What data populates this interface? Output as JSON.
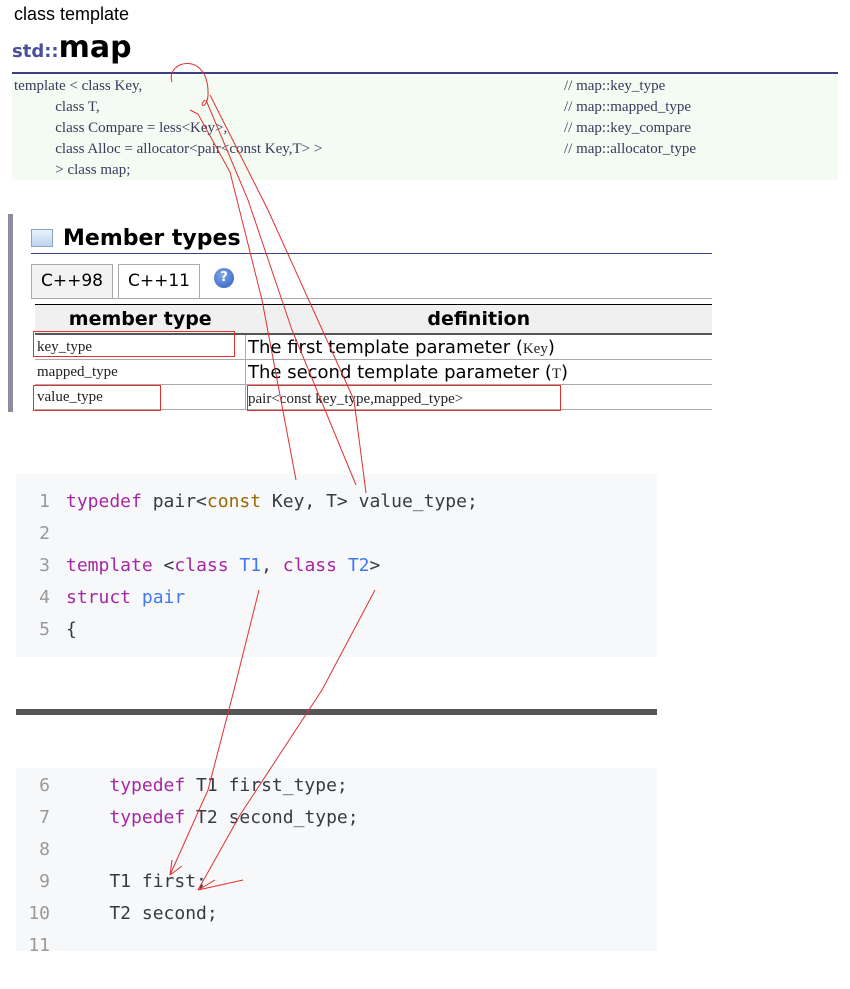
{
  "header": {
    "kicker": "class template",
    "namespace": "std::",
    "name": "map"
  },
  "declaration": {
    "lines": [
      "template < class Key,",
      "           class T,",
      "           class Compare = less<Key>,",
      "           class Alloc = allocator<pair<const Key,T> >",
      "           > class map;"
    ],
    "comments": [
      "// map::key_type",
      "// map::mapped_type",
      "// map::key_compare",
      "// map::allocator_type"
    ]
  },
  "member_types": {
    "heading": "Member types",
    "tabs": [
      "C++98",
      "C++11"
    ],
    "active_tab": "C++11",
    "help_label": "?",
    "columns": [
      "member type",
      "definition"
    ],
    "rows": [
      {
        "type": "key_type",
        "def_text": "The first template parameter (",
        "def_code": "Key",
        "def_end": ")"
      },
      {
        "type": "mapped_type",
        "def_text": "The second template parameter (",
        "def_code": "T",
        "def_end": ")"
      },
      {
        "type": "value_type",
        "def_text": "",
        "def_code": "pair<const key_type,mapped_type>",
        "def_end": ""
      }
    ]
  },
  "code_block_1": {
    "lines": [
      {
        "n": "1",
        "parts": [
          [
            "kw",
            "typedef"
          ],
          [
            "ident",
            " pair<"
          ],
          [
            "str",
            "const"
          ],
          [
            "ident",
            " Key, T> value_type;"
          ]
        ]
      },
      {
        "n": "2",
        "parts": []
      },
      {
        "n": "3",
        "parts": [
          [
            "kw",
            "template"
          ],
          [
            "ident",
            " <"
          ],
          [
            "kw",
            "class"
          ],
          [
            "ident",
            " "
          ],
          [
            "ty",
            "T1"
          ],
          [
            "ident",
            ", "
          ],
          [
            "kw",
            "class"
          ],
          [
            "ident",
            " "
          ],
          [
            "ty",
            "T2"
          ],
          [
            "ident",
            ">"
          ]
        ]
      },
      {
        "n": "4",
        "parts": [
          [
            "kw",
            "struct"
          ],
          [
            "ident",
            " "
          ],
          [
            "ty",
            "pair"
          ]
        ]
      },
      {
        "n": "5",
        "parts": [
          [
            "ident",
            "{"
          ]
        ]
      }
    ]
  },
  "code_block_2": {
    "lines": [
      {
        "n": "6",
        "parts": [
          [
            "ident",
            "    "
          ],
          [
            "kw",
            "typedef"
          ],
          [
            "ident",
            " T1 first_type;"
          ]
        ]
      },
      {
        "n": "7",
        "parts": [
          [
            "ident",
            "    "
          ],
          [
            "kw",
            "typedef"
          ],
          [
            "ident",
            " T2 second_type;"
          ]
        ]
      },
      {
        "n": "8",
        "parts": []
      },
      {
        "n": "9",
        "parts": [
          [
            "ident",
            "    T1 first;"
          ]
        ]
      },
      {
        "n": "10",
        "parts": [
          [
            "ident",
            "    T2 second;"
          ]
        ]
      },
      {
        "n": "11",
        "parts": []
      }
    ]
  },
  "colors": {
    "keyword": "#a626a4",
    "type": "#4078f2",
    "annotation": "#e03030",
    "title_rule": "#3b3f86"
  }
}
